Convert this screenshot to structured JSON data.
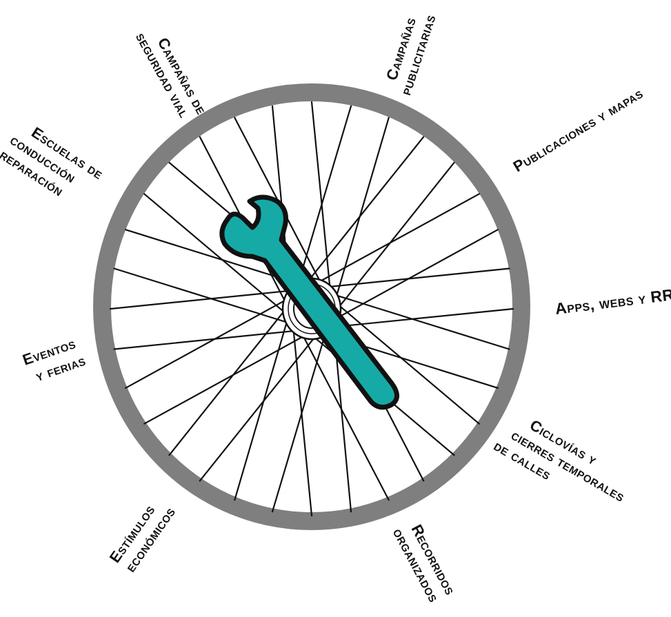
{
  "labels": {
    "seguridad_vial": [
      "Campañas de",
      "seguridad vial"
    ],
    "publicitarias": [
      "Campañas",
      "publicitarias"
    ],
    "publicaciones": [
      "Publicaciones y mapas"
    ],
    "apps": [
      "Apps, webs y RRSS"
    ],
    "ciclovias": [
      "Ciclovías y",
      "cierres temporales",
      "de calles"
    ],
    "recorridos": [
      "Recorridos",
      "organizados"
    ],
    "estimulos": [
      "Estímulos",
      "económicos"
    ],
    "eventos": [
      "Eventos",
      "y ferias"
    ],
    "escuelas": [
      "Escuelas de",
      "conducción",
      "y reparación"
    ]
  },
  "colors": {
    "rim": "#7f7f7f",
    "spoke": "#111111",
    "wrench": "#16aaa6",
    "outline": "#111111"
  },
  "icons": [
    "bicycle-wheel-icon",
    "wrench-icon"
  ]
}
